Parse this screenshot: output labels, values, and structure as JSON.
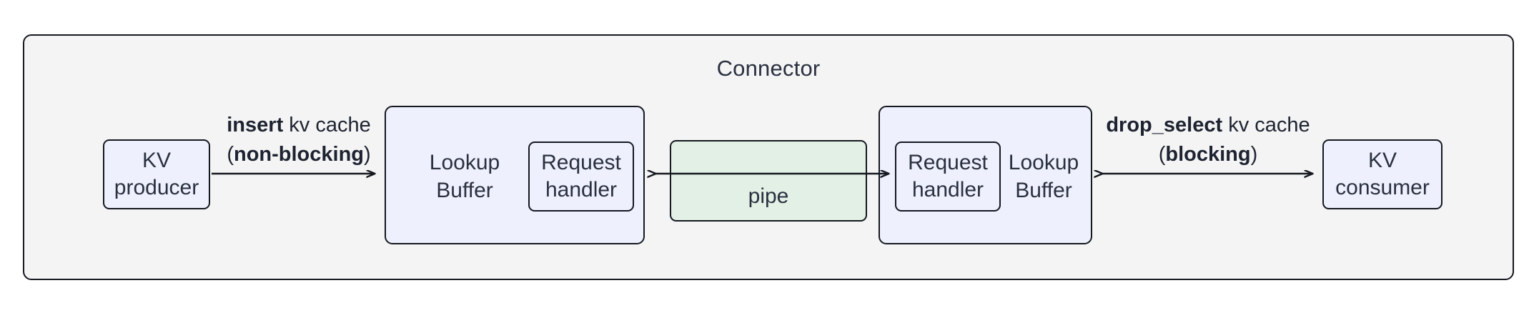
{
  "diagram": {
    "container": {
      "title": "Connector"
    },
    "nodes": {
      "kv_producer": {
        "line1": "KV",
        "line2": "producer"
      },
      "kv_consumer": {
        "line1": "KV",
        "line2": "consumer"
      },
      "left_buffer": {
        "line1": "Lookup",
        "line2": "Buffer"
      },
      "right_buffer": {
        "line1": "Lookup",
        "line2": "Buffer"
      },
      "left_handler": {
        "line1": "Request",
        "line2": "handler"
      },
      "right_handler": {
        "line1": "Request",
        "line2": "handler"
      },
      "pipe": {
        "label": "pipe"
      }
    },
    "edges": {
      "insert": {
        "op": "insert",
        "rest": " kv cache",
        "paren_open": "(",
        "mode": "non-blocking",
        "paren_close": ")"
      },
      "drop_select": {
        "op": "drop_select",
        "rest": " kv cache",
        "paren_open": "(",
        "mode": "blocking",
        "paren_close": ")"
      }
    },
    "colors": {
      "canvas": "#ffffff",
      "container_fill": "#f4f4f4",
      "node_blue_fill": "#eef1fd",
      "node_green_fill": "#e3f0e5",
      "stroke": "#14181f",
      "text": "#2a3040"
    }
  }
}
